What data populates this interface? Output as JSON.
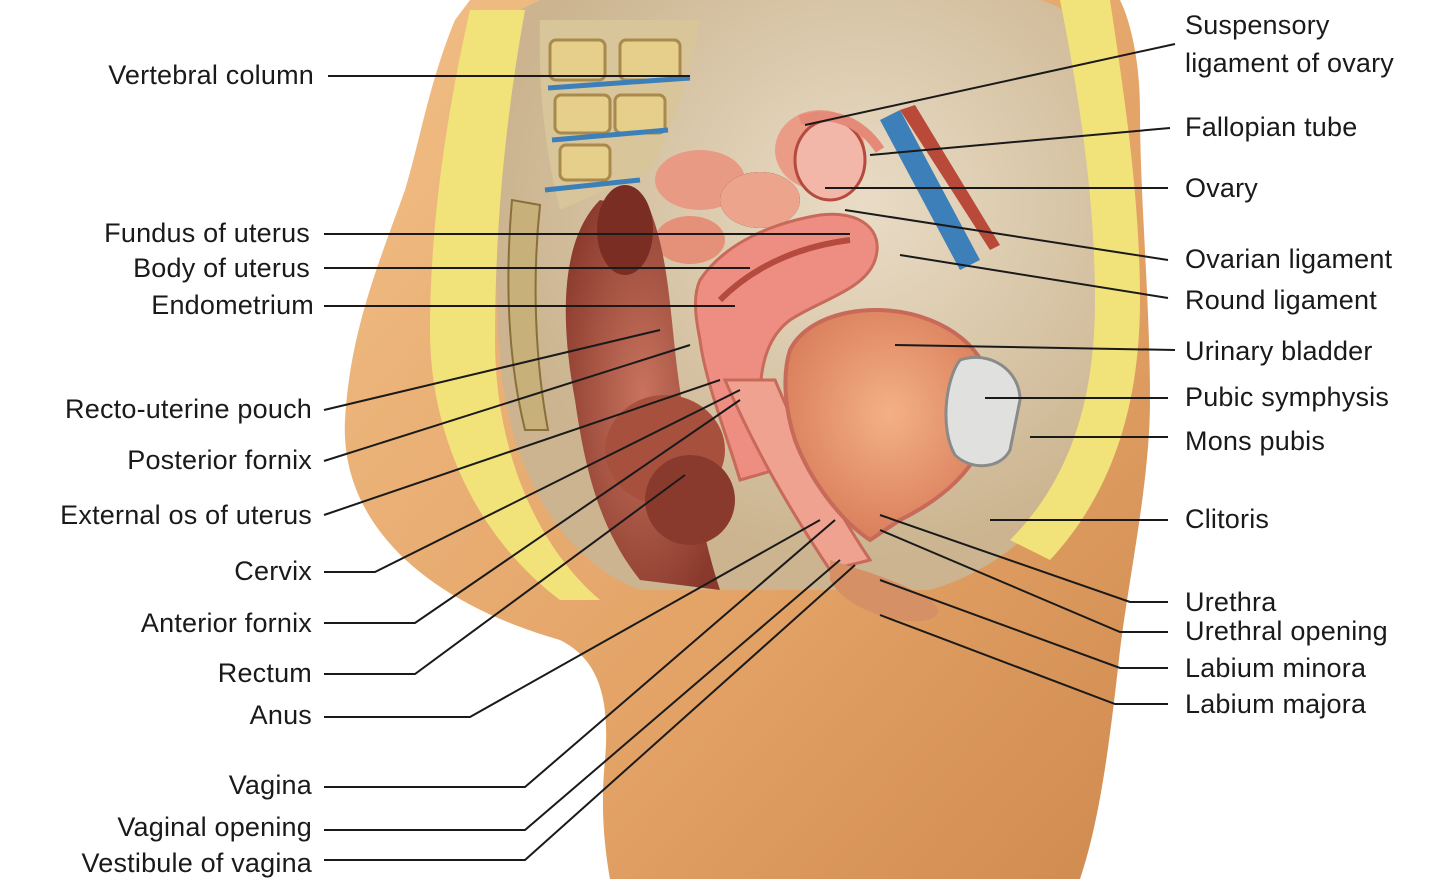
{
  "labels_left": [
    {
      "id": "vertebral-column",
      "text": "Vertebral column"
    },
    {
      "id": "fundus-of-uterus",
      "text": "Fundus of uterus"
    },
    {
      "id": "body-of-uterus",
      "text": "Body of uterus"
    },
    {
      "id": "endometrium",
      "text": "Endometrium"
    },
    {
      "id": "recto-uterine-pouch",
      "text": "Recto-uterine pouch"
    },
    {
      "id": "posterior-fornix",
      "text": "Posterior fornix"
    },
    {
      "id": "external-os-of-uterus",
      "text": "External os of uterus"
    },
    {
      "id": "cervix",
      "text": "Cervix"
    },
    {
      "id": "anterior-fornix",
      "text": "Anterior fornix"
    },
    {
      "id": "rectum",
      "text": "Rectum"
    },
    {
      "id": "anus",
      "text": "Anus"
    },
    {
      "id": "vagina",
      "text": "Vagina"
    },
    {
      "id": "vaginal-opening",
      "text": "Vaginal opening"
    },
    {
      "id": "vestibule-of-vagina",
      "text": "Vestibule of vagina"
    }
  ],
  "labels_right": [
    {
      "id": "suspensory-ligament-of-ovary",
      "line1": "Suspensory",
      "line2": "ligament of ovary"
    },
    {
      "id": "fallopian-tube",
      "text": "Fallopian tube"
    },
    {
      "id": "ovary",
      "text": "Ovary"
    },
    {
      "id": "ovarian-ligament",
      "text": "Ovarian ligament"
    },
    {
      "id": "round-ligament",
      "text": "Round ligament"
    },
    {
      "id": "urinary-bladder",
      "text": "Urinary bladder"
    },
    {
      "id": "pubic-symphysis",
      "text": "Pubic symphysis"
    },
    {
      "id": "mons-pubis",
      "text": "Mons pubis"
    },
    {
      "id": "clitoris",
      "text": "Clitoris"
    },
    {
      "id": "urethra",
      "text": "Urethra"
    },
    {
      "id": "urethral-opening",
      "text": "Urethral opening"
    },
    {
      "id": "labium-minora",
      "text": "Labium minora"
    },
    {
      "id": "labium-majora",
      "text": "Labium majora"
    }
  ],
  "colors": {
    "skin": "#e7a86c",
    "skin_dark": "#c98448",
    "fat": "#f2e27a",
    "tissue_pink": "#e7887a",
    "uterus": "#ee8e82",
    "muscle": "#b65a4a",
    "bone": "#d9d2c2",
    "vessel_blue": "#3d7fb8",
    "leader_line": "#1a1a1a",
    "text": "#1a1a1a"
  }
}
